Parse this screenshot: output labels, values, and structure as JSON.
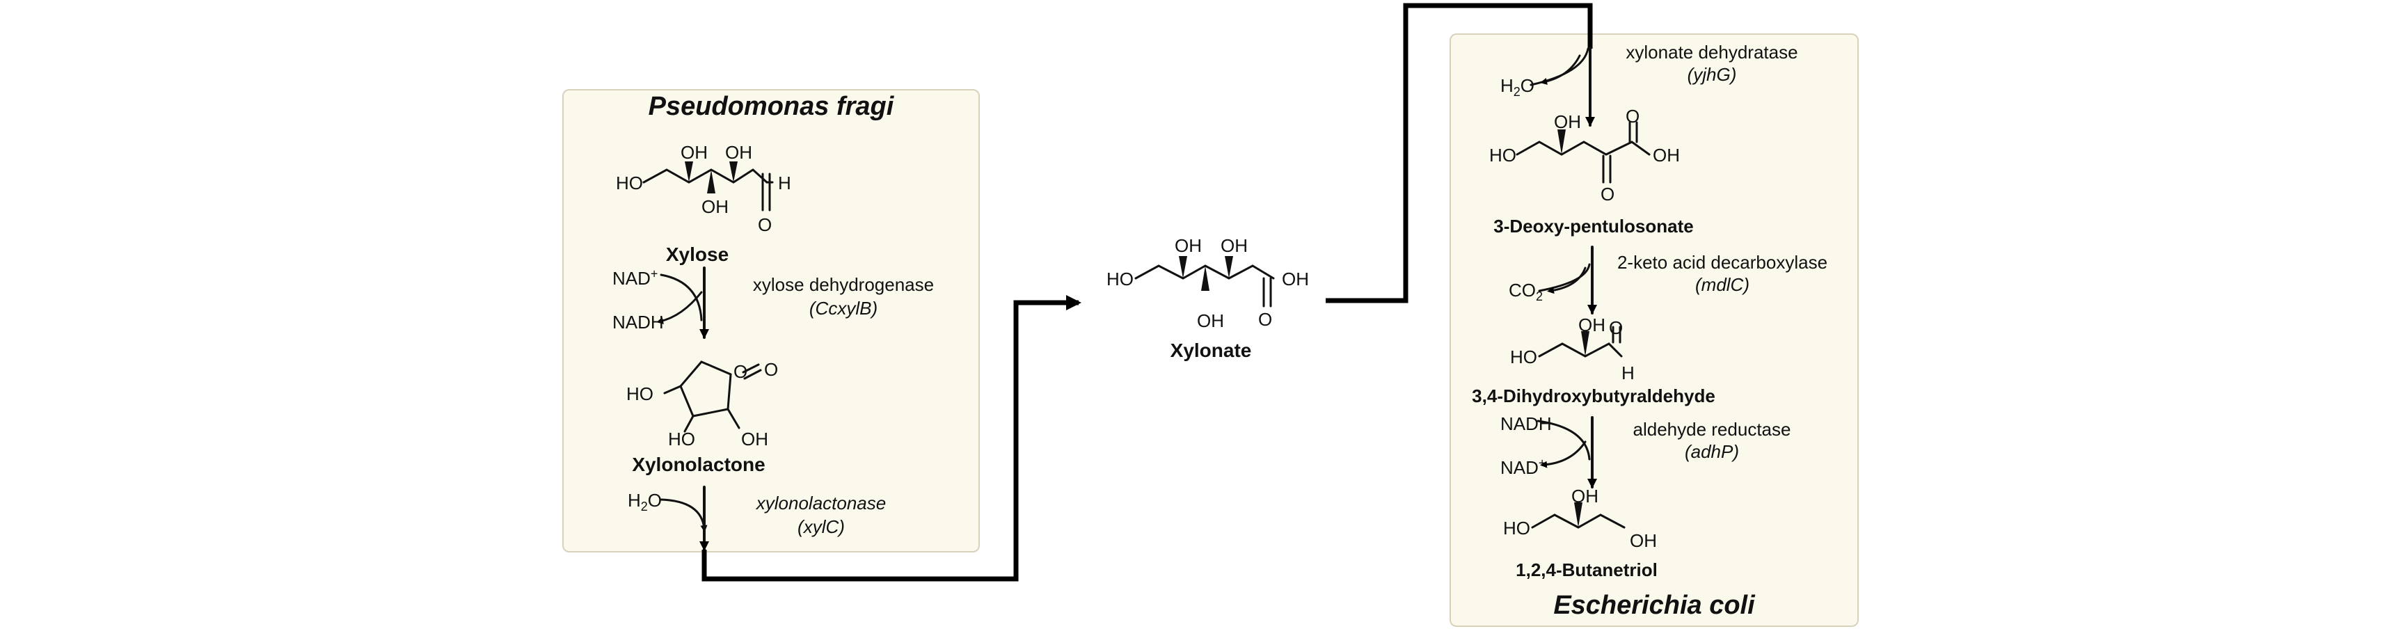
{
  "organisms": {
    "left": "Pseudomonas fragi",
    "right": "Escherichia coli"
  },
  "compounds": {
    "xylose": "Xylose",
    "xylonolactone": "Xylonolactone",
    "xylonate": "Xylonate",
    "deoxy_pentulosonate": "3-Deoxy-pentulosonate",
    "dihydroxybutyraldehyde": "3,4-Dihydroxybutyraldehyde",
    "butanetriol": "1,2,4-Butanetriol"
  },
  "enzymes": {
    "xylose_dh": {
      "name": "xylose dehydrogenase",
      "gene": "CcxylB"
    },
    "xylonolactonase": {
      "name": "xylonolactonase",
      "gene": "xylC"
    },
    "xylonate_dehydratase": {
      "name": "xylonate dehydratase",
      "gene": "yjhG"
    },
    "keto_acid_decarboxylase": {
      "name": "2-keto acid decarboxylase",
      "gene": "mdlC"
    },
    "aldehyde_reductase": {
      "name": "aldehyde reductase",
      "gene": "adhP"
    }
  },
  "cofactors": {
    "nad_plus": "NAD+",
    "nadh": "NADH",
    "water": "H2O",
    "co2": "CO2"
  },
  "atom_labels": {
    "oh": "OH",
    "ho": "HO",
    "o": "O",
    "h": "H"
  }
}
